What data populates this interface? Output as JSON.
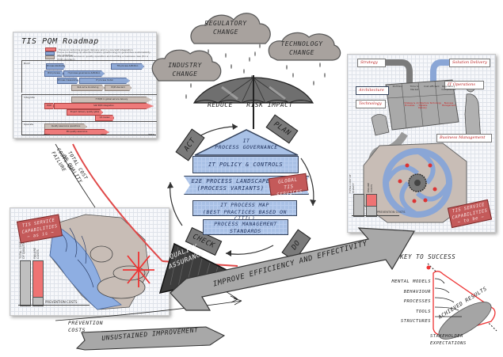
{
  "roadmap": {
    "title": "TIS PQM Roadmap",
    "legend": [
      {
        "color": "#ee7a7a",
        "text": "Focus on reducing project delivery and in-core SAP integration"
      },
      {
        "color": "#8ea9d6",
        "text": "Focus on building up standard towers (positioning) to guarantee sustainability (for PQM/EO)"
      },
      {
        "color": "#c9beb7",
        "text": "Focus on efficiencies in quality operation and building a business case (for a PQM standard)"
      }
    ],
    "rows": [
      {
        "label": "Build",
        "bars": [
          {
            "text": "Process standards",
            "color": "blue"
          },
          {
            "text": "IT process governance definition",
            "color": "blue"
          },
          {
            "text": "Process measurement model",
            "color": "blue"
          },
          {
            "text": "Pilot process",
            "color": "blue"
          },
          {
            "text": "IT process model",
            "color": "blue"
          },
          {
            "text": "TIS process definition",
            "color": "blue"
          },
          {
            "text": "Roll-out & monitoring",
            "color": "grey"
          },
          {
            "text": "PQM standard",
            "color": "grey"
          }
        ]
      },
      {
        "label": "Integrate",
        "bars": [
          {
            "text": "IT PQM in global service delivery",
            "color": "grey"
          },
          {
            "text": "PQM",
            "color": "red"
          },
          {
            "text": "SAP PQM integration",
            "color": "red"
          },
          {
            "text": "Project delivery quality gates",
            "color": "red"
          },
          {
            "text": "QA review",
            "color": "red"
          }
        ]
      },
      {
        "label": "Operate",
        "bars": [
          {
            "text": "Quality assurance operations",
            "color": "grey"
          },
          {
            "text": "PM quality assurance",
            "color": "red"
          }
        ]
      }
    ],
    "axis": [
      "2012",
      "2013",
      "2014"
    ]
  },
  "clouds": {
    "regulatory": [
      "REGULATORY",
      "CHANGE"
    ],
    "industry": [
      "INDUSTRY",
      "CHANGE"
    ],
    "technology": [
      "TECHNOLOGY",
      "CHANGE"
    ]
  },
  "umbrella_caption": {
    "left": "REDUCE",
    "right": "RISK IMPACT"
  },
  "cycle": {
    "plan": "PLAN",
    "do": "DO",
    "check": "CHECK",
    "act": "ACT"
  },
  "house": {
    "roof": [
      "IT",
      "PROCESS GOVERNANCE"
    ],
    "layers": [
      [
        "IT POLICY & CONTROLS"
      ],
      [
        "E2E PROCESS LANDSCAPE",
        "(PROCESS VARIANTS)"
      ],
      [
        "IT PROCESS MAP",
        "(BEST PRACTICES BASED ON CITIL)"
      ],
      [
        "PROCESS MANAGEMENT",
        "STANDARDS"
      ]
    ],
    "global_tag": [
      "GLOBAL",
      "TIS SERVICES"
    ]
  },
  "capabilities_as_is": {
    "tag": [
      "TIS SERVICE",
      "CAPABILITIES",
      "~ as is ~"
    ],
    "bar_labels": [
      "TOTAL COST OF QUALITY",
      "FAILURE COSTS"
    ],
    "prevention_label": "PREVENTION COSTS"
  },
  "capabilities_to_be": {
    "tag": [
      "TIS SERVICE",
      "CAPABILITIES",
      "~ to be ~"
    ],
    "bar_labels": [
      "TOTAL COST OF QUALITY",
      "FAILURE COSTS"
    ],
    "prevention_label": "PREVENTION COSTS",
    "left_labels": [
      "Strategy",
      "Architecture",
      "Technology"
    ],
    "right_labels": [
      "Solution Delivery",
      "IT Operations",
      "Business Management"
    ],
    "board_columns": [
      "Portfolio",
      "Time to Market",
      "Cost efficient",
      "Regulatory Compliance"
    ],
    "board_cells": [
      "Strategy & Processes",
      "Architecture / Reliable Delivery",
      "Technology",
      "Business Management"
    ]
  },
  "curves": {
    "total_cost": [
      "TOTAL COST",
      "OF QUALITY"
    ],
    "failure_costs": [
      "COSTS OF",
      "FAILURE"
    ],
    "prevention_costs": [
      "PREVENTION",
      "COSTS"
    ]
  },
  "quality_assurance": [
    "QUALITY",
    "ASSURANCE"
  ],
  "improve_arrow": "IMPROVE EFFICIENCY AND EFFECTIVITY",
  "unsustained_arrow": "UNSUSTAINED IMPROVEMENT",
  "key_to_success": {
    "title": "KEY TO SUCCESS",
    "items": [
      "MENTAL MODELS",
      "BEHAVIOUR",
      "PROCESSES",
      "TOOLS",
      "STRUCTURES"
    ],
    "result": "ACHIEVED RESULTS",
    "footer": [
      "STAKEHOLDER",
      "EXPECTATIONS"
    ]
  },
  "colors": {
    "accent_red": "#d9413f",
    "house_blue": "#a9c1e6",
    "cloud_grey": "#a29c98",
    "stage_grey": "#7a7a7a"
  }
}
